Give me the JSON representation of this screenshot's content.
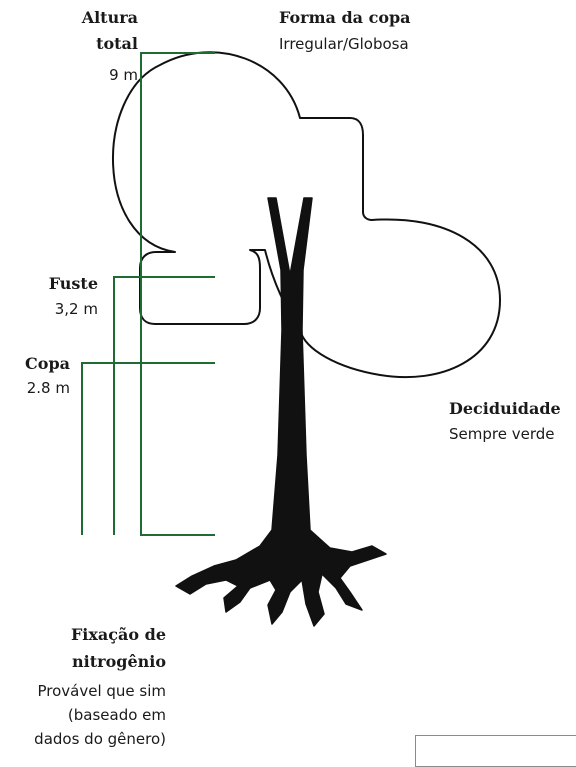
{
  "height_total": {
    "title_line1": "Altura",
    "title_line2": "total",
    "value": "9 m"
  },
  "trunk": {
    "title": "Fuste",
    "value": "3,2 m"
  },
  "crown": {
    "title": "Copa",
    "value": "2.8 m"
  },
  "crown_shape": {
    "title": "Forma da copa",
    "value": "Irregular/Globosa"
  },
  "deciduousness": {
    "title": "Deciduidade",
    "value": "Sempre verde"
  },
  "nitrogen": {
    "title_line1": "Fixação de",
    "title_line2": "nitrogênio",
    "value_line1": "Provável que sim",
    "value_line2": "(baseado em",
    "value_line3": "dados do gênero)"
  },
  "colors": {
    "measure_line": "#1e6b33",
    "outline": "#111111",
    "tree": "#111111"
  }
}
